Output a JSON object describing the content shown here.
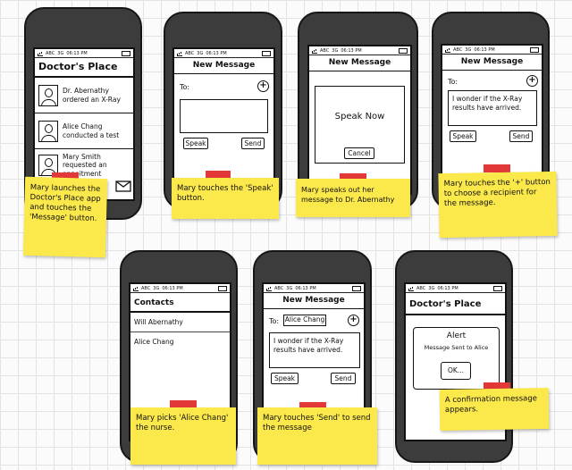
{
  "status": {
    "carrier": "ABC",
    "net": "3G",
    "time": "06:13 PM"
  },
  "screen1": {
    "title": "Doctor's Place",
    "feed": [
      {
        "name": "Dr. Abernathy",
        "text": "ordered an X-Ray"
      },
      {
        "name": "Alice Chang",
        "text": "conducted a test"
      },
      {
        "name": "Mary Smith",
        "text": "requested an appoitment"
      }
    ],
    "note": "Mary launches the Doctor's Place app and touches the 'Message' button."
  },
  "screen2": {
    "title": "New Message",
    "to_label": "To:",
    "speak": "Speak",
    "send": "Send",
    "note": "Mary touches the 'Speak' button."
  },
  "screen3": {
    "title": "New Message",
    "speak_now": "Speak Now",
    "cancel": "Cancel",
    "note": "Mary speaks out her message to Dr. Abernathy"
  },
  "screen4": {
    "title": "New Message",
    "to_label": "To:",
    "message": "I wonder if the X-Ray results have arrived.",
    "speak": "Speak",
    "send": "Send",
    "note": "Mary touches the '+' button to choose a recipient for the message."
  },
  "screen5": {
    "title": "Contacts",
    "contacts": [
      "Will Abernathy",
      "Alice Chang"
    ],
    "note": "Mary picks 'Alice Chang' the nurse."
  },
  "screen6": {
    "title": "New Message",
    "to_label": "To:",
    "recipient": "Alice Chang",
    "message": "I wonder if the X-Ray results have arrived.",
    "speak": "Speak",
    "send": "Send",
    "note": "Mary touches 'Send' to send the message"
  },
  "screen7": {
    "title": "Doctor's Place",
    "alert_title": "Alert",
    "alert_text": "Message Sent to Alice",
    "ok": "OK...",
    "note": "A confirmation message appears."
  },
  "colors": {
    "note": "#fbe84b",
    "tape": "#e23838",
    "phone": "#3c3c3c"
  },
  "icons": {
    "message": "envelope-icon",
    "add": "plus-icon",
    "avatar": "person-icon"
  }
}
